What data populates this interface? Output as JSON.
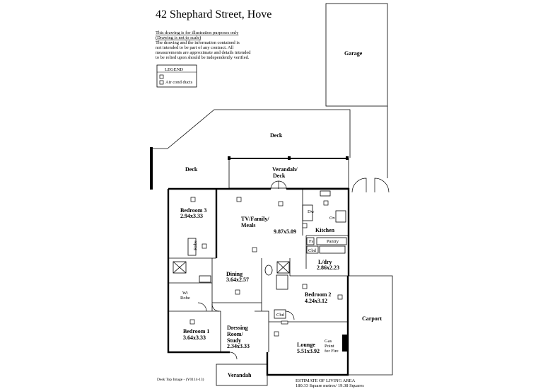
{
  "title": "42 Shephard Street, Hove",
  "disclaimer": {
    "line1": "This drawing is for illustration purposes only",
    "line2": "(Drawing is not to scale)",
    "line3": "The drawing and the information contained is",
    "line4": "not intended to be part of any contract.  All",
    "line5": "measurements are approximate and details intended",
    "line6": "to be relied upon should be independently verified."
  },
  "legend": {
    "title": "LEGEND",
    "item1": "Air cond ducts"
  },
  "rooms": {
    "garage": "Garage",
    "deck_top": "Deck",
    "deck_left": "Deck",
    "verandah_deck_1": "Verandah/",
    "verandah_deck_2": "Deck",
    "bedroom3": "Bedroom 3",
    "bedroom3_dim": "2.94x3.33",
    "robe": "Robe",
    "tv_1": "TV/Family/",
    "tv_2": "Meals",
    "tv_dim": "9.87x5.09",
    "kitchen": "Kitchen",
    "dw": "Dw",
    "ov": "Ov",
    "fs": "Fs",
    "pantry": "Pantry",
    "cbd_ldry": "Cbd",
    "ldry": "L/dry",
    "ldry_dim": "2.86x2.23",
    "dining": "Dining",
    "dining_dim": "3.64x2.57",
    "wi_robe_1": "Wi",
    "wi_robe_2": "Robe",
    "bedroom2": "Bedroom 2",
    "bedroom2_dim": "4.24x3.12",
    "cbd_bed2": "Cbd",
    "carport": "Carport",
    "bedroom1": "Bedroom 1",
    "bedroom1_dim": "3.64x3.33",
    "dressing_1": "Dressing",
    "dressing_2": "Room/",
    "dressing_3": "Study",
    "dressing_dim": "2.34x3.33",
    "lounge": "Lounge",
    "lounge_dim": "5.51x3.92",
    "gas_1": "Gas",
    "gas_2": "Point",
    "gas_3": "for Fire",
    "verandah_bottom": "Verandah"
  },
  "footer": {
    "image_ref": "Desk Top Image - (Y0114-13)",
    "estimate_title": "ESTIMATE OF LIVING AREA",
    "estimate_value": "180.33 Square metres/  19.38 Squares"
  }
}
